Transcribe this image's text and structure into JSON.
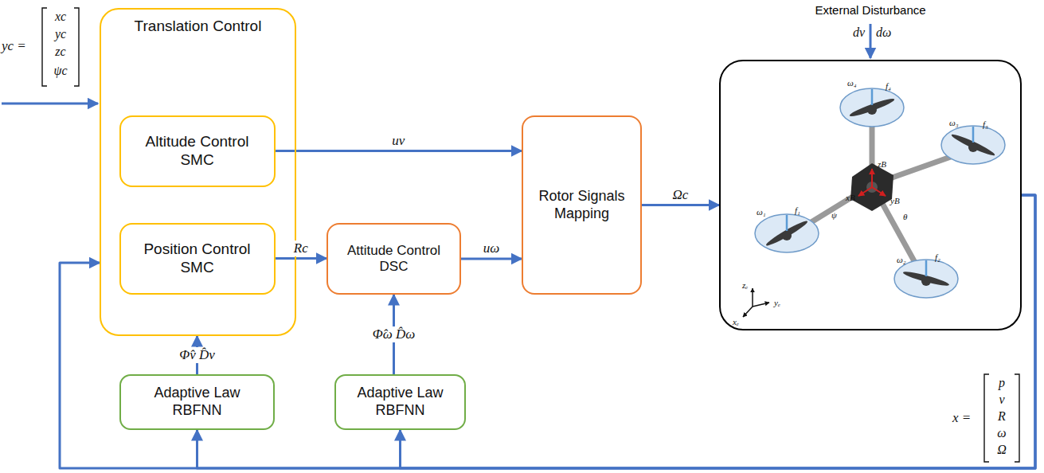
{
  "diagram": {
    "nodes": [
      {
        "text": [
          "Translation Control"
        ]
      },
      {
        "text": [
          "Altitude Control SMC"
        ],
        "in": 0
      },
      {
        "text": [
          "Position Control SMC"
        ],
        "in": 0
      },
      {
        "text": [
          "Rotor Signals Mapping"
        ]
      },
      {
        "text": [
          "Attitude Control DSC"
        ]
      },
      {
        "text": [
          "Adaptive Law RBFNN"
        ]
      },
      {
        "text": [
          "Adaptive Law RBFNN"
        ]
      },
      {
        "text": [
          "ω₄",
          "f₄",
          "ω₃",
          "f₃",
          "ω₁",
          "f₁",
          "ω₂",
          "f₂",
          "zB",
          "xB",
          "yB",
          "ψ",
          "θ",
          "zₑ",
          "yₑ",
          "xₑ"
        ]
      }
    ],
    "edges": [
      {
        "from": 1,
        "to": 3,
        "arrow": "to",
        "label": "uv"
      },
      {
        "from": 2,
        "to": 4,
        "arrow": "to",
        "label": "Rc"
      },
      {
        "from": 4,
        "to": 3,
        "arrow": "to",
        "label": "uω"
      },
      {
        "from": 3,
        "to": 7,
        "arrow": "to",
        "label": "Ωc"
      },
      {
        "from": 5,
        "to": 0,
        "arrow": "to",
        "label": "Φ̂v   D̂v"
      },
      {
        "from": 6,
        "to": 4,
        "arrow": "to",
        "label": "Φ̂ω   D̂ω"
      },
      {
        "from": 7,
        "to": 0,
        "arrow": "to"
      },
      {
        "from": 7,
        "to": 5,
        "arrow": "to"
      },
      {
        "from": 7,
        "to": 6,
        "arrow": "to"
      }
    ],
    "labels": [
      "yc =",
      "xc",
      "yc",
      "zc",
      "ψc",
      "External Disturbance",
      "dv",
      "dω",
      "x =",
      "p",
      "v",
      "R",
      "ω",
      "Ω"
    ]
  }
}
